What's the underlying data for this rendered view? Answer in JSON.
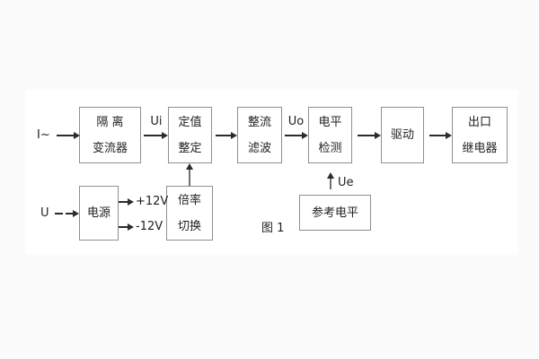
{
  "diagram": {
    "caption": "图 1",
    "inputs": {
      "current": "I~",
      "voltage": "U"
    },
    "signals": {
      "ui": "Ui",
      "uo": "Uo",
      "ue": "Ue"
    },
    "power_rails": {
      "positive": "+12V",
      "negative": "-12V"
    },
    "blocks": {
      "isolation_transformer": {
        "line1": "隔 离",
        "line2": "变流器"
      },
      "setting_adjustment": {
        "line1": "定值",
        "line2": "整定"
      },
      "rectifier_filter": {
        "line1": "整流",
        "line2": "滤波"
      },
      "level_detection": {
        "line1": "电平",
        "line2": "检测"
      },
      "driver": {
        "line1": "驱动"
      },
      "output_relay": {
        "line1": "出口",
        "line2": "继电器"
      },
      "power_supply": {
        "line1": "电源"
      },
      "ratio_switching": {
        "line1": "倍率",
        "line2": "切换"
      },
      "reference_level": {
        "line1": "参考电平"
      }
    },
    "colors": {
      "background": "#fbfbfb",
      "card": "#ffffff",
      "box_border": "#8f8f8f",
      "line": "#2b2b2b",
      "text": "#1f1f1f"
    }
  }
}
